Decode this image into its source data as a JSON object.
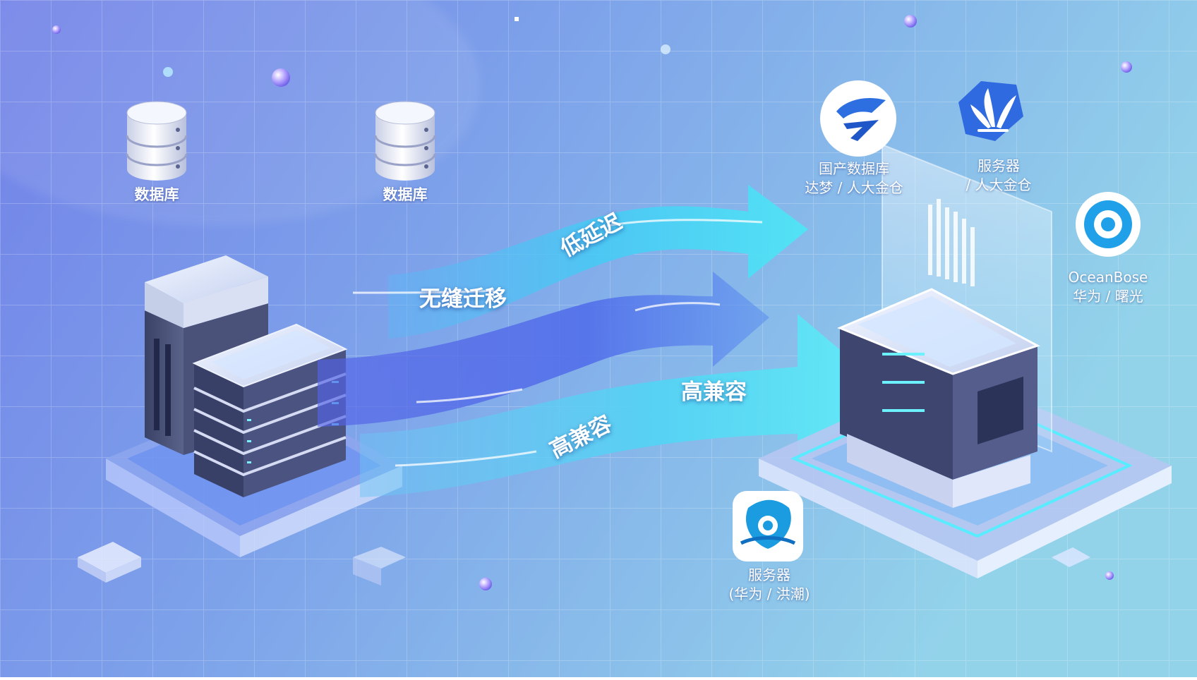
{
  "databases": [
    {
      "label": "数据库"
    },
    {
      "label": "数据库"
    }
  ],
  "flow_labels": {
    "migration": "无缝迁移",
    "latency": "低延迟",
    "compat_center": "高兼容",
    "compat_bottom": "高兼容"
  },
  "targets": {
    "dameng": {
      "line1": "国产数据库",
      "line2": "达梦 / 人大金仓"
    },
    "server_top": {
      "line1": "服务器",
      "line2": "/ 人大金仓"
    },
    "oceanbase": {
      "line1": "OceanBose",
      "line2": "华为 / 曙光"
    },
    "server_bottom": {
      "line1": "服务器",
      "line2": "(华为 / 洪潮)"
    }
  },
  "colors": {
    "bg_left": "#6f7ee6",
    "bg_right": "#8fd0ea",
    "arrow_cyan": "#3fd8f3",
    "arrow_blue": "#4f63e8",
    "logo_blue": "#2d6fe0"
  }
}
